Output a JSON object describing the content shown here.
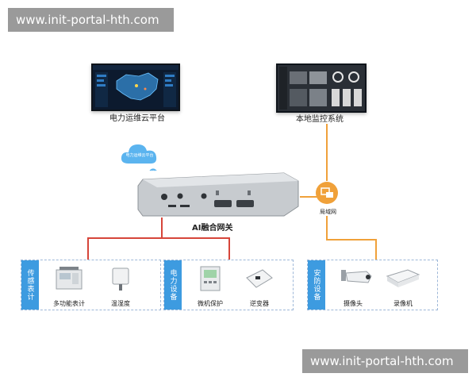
{
  "watermark": {
    "top": "www.init-portal-hth.com",
    "bottom": "www.init-portal-hth.com"
  },
  "top_nodes": {
    "cloud_platform": "电力运维云平台",
    "local_monitor": "本地监控系统"
  },
  "cloud_badge": "电力运维云平台",
  "gateway_label": "AI融合网关",
  "lan_label": "局域网",
  "groups": [
    {
      "tag": "传感表计",
      "items": [
        "多功能表计",
        "温湿度"
      ]
    },
    {
      "tag": "电力设备",
      "items": [
        "微机保护",
        "逆变器"
      ]
    },
    {
      "tag": "安防设备",
      "items": [
        "摄像头",
        "录像机"
      ]
    }
  ],
  "colors": {
    "orange_line": "#f0a13a",
    "red_line": "#d6453a",
    "group_tag": "#3d9be0",
    "cloud": "#5bb4ef"
  }
}
